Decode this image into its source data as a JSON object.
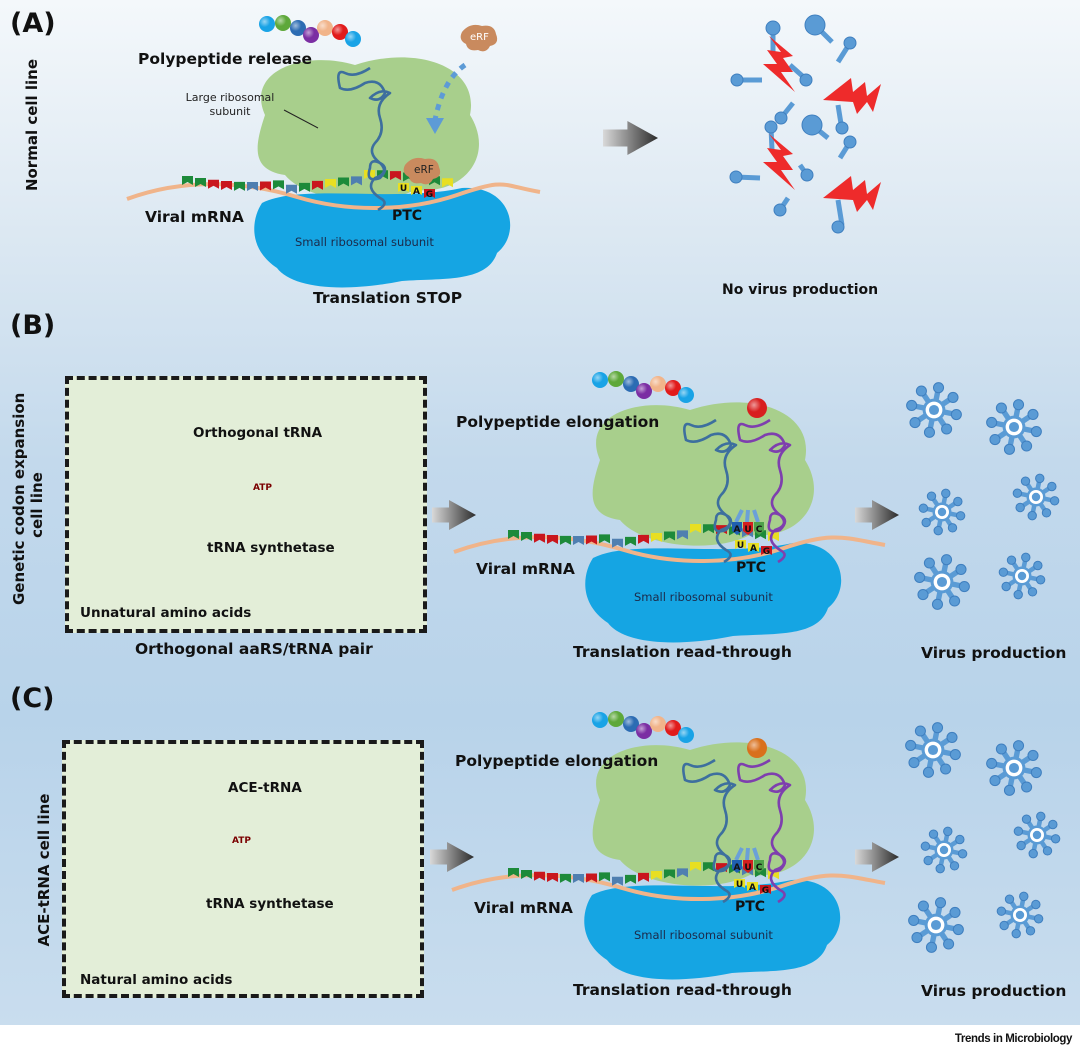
{
  "figure": {
    "credit": "Trends in Microbiology",
    "colors": {
      "large_subunit": "#a8cf8c",
      "small_subunit": "#15a5e3",
      "mrna": "#f0b48a",
      "trna_blue": "#3d6f9e",
      "trna_purple": "#7e3fae",
      "unnatural_aa": "#d81e1e",
      "natural_aa": "#d9701c",
      "virus": "#5a9bd5",
      "lightning": "#ee2b2b",
      "erf": "#c98a5e",
      "dashed_box_bg": "#e3eed8"
    }
  },
  "panel_a": {
    "label": "(A)",
    "side_label": "Normal cell line",
    "polypeptide_label": "Polypeptide release",
    "large_subunit_label": "Large ribosomal subunit",
    "erf_label": "eRF",
    "erf_label_bound": "eRF",
    "mrna_label": "Viral mRNA",
    "ptc_label": "PTC",
    "small_subunit_label": "Small ribosomal subunit",
    "caption": "Translation STOP",
    "stop_codon": [
      "U",
      "A",
      "G"
    ],
    "outcome_label": "No virus production"
  },
  "panel_b": {
    "label": "(B)",
    "side_label_line1": "Genetic codon expansion",
    "side_label_line2": "cell line",
    "trna_label": "Orthogonal tRNA",
    "atp_label": "ATP",
    "enzyme_label": "tRNA synthetase",
    "amino_acid_label": "Unnatural amino acids",
    "box_caption": "Orthogonal aaRS/tRNA pair",
    "anticodon": [
      "A",
      "U",
      "C"
    ],
    "polypeptide_label": "Polypeptide elongation",
    "mrna_label": "Viral mRNA",
    "ptc_label": "PTC",
    "small_subunit_label": "Small ribosomal subunit",
    "caption": "Translation read-through",
    "stop_codon": [
      "U",
      "A",
      "G"
    ],
    "outcome_label": "Virus production"
  },
  "panel_c": {
    "label": "(C)",
    "side_label": "ACE-tRNA cell line",
    "trna_label": "ACE-tRNA",
    "atp_label": "ATP",
    "enzyme_label": "tRNA synthetase",
    "amino_acid_label": "Natural amino acids",
    "anticodon": [
      "A",
      "U",
      "C"
    ],
    "polypeptide_label": "Polypeptide elongation",
    "mrna_label": "Viral mRNA",
    "ptc_label": "PTC",
    "small_subunit_label": "Small ribosomal subunit",
    "caption": "Translation read-through",
    "stop_codon": [
      "U",
      "A",
      "G"
    ],
    "outcome_label": "Virus production"
  }
}
